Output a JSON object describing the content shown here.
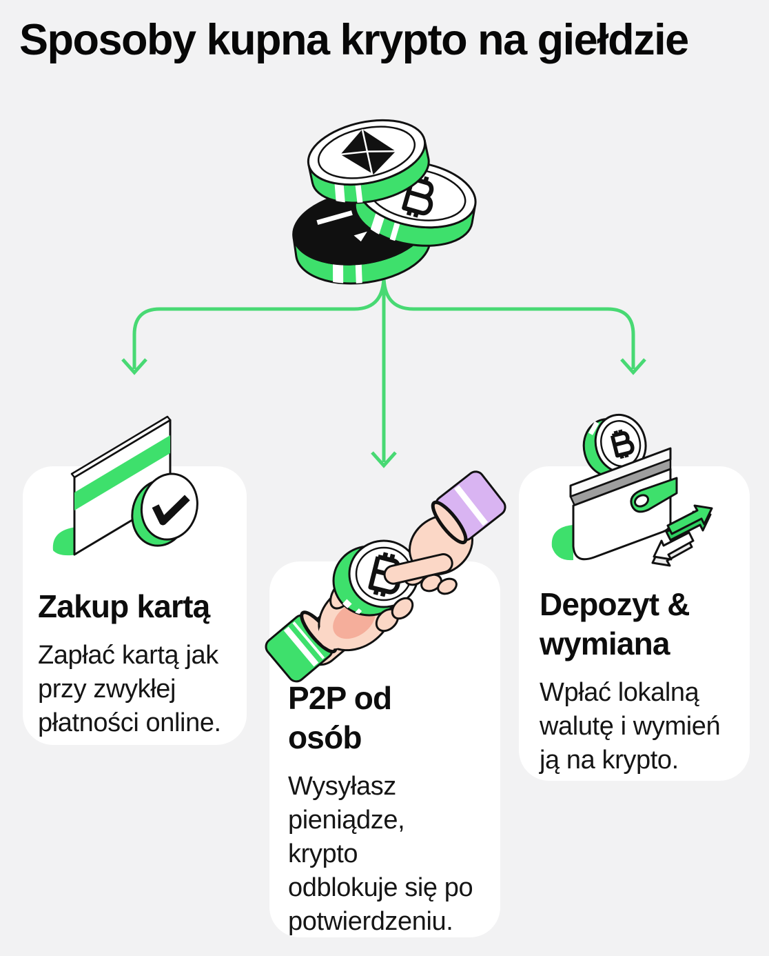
{
  "title": "Sposoby kupna krypto na giełdzie",
  "hero_illustration": {
    "name": "stack-of-crypto-coins",
    "coins": [
      "ethereum-coin",
      "bitcoin-coin",
      "black-coin"
    ]
  },
  "flow": {
    "branches": 3,
    "arrow_style": "green curved arrows pointing down to each method"
  },
  "sections": [
    {
      "id": "zakup-karta",
      "heading_lines": [
        "Zakup kartą"
      ],
      "body_lines": [
        "Zapłać kartą jak",
        "przy zwykłej",
        "płatności online."
      ],
      "illustration": "credit-card-with-checkmark"
    },
    {
      "id": "p2p-od-osob",
      "heading_lines": [
        "P2P od",
        "osób"
      ],
      "body_lines": [
        "Wysyłasz",
        "pieniądze,",
        "krypto",
        "odblokuje się po",
        "potwierdzeniu."
      ],
      "illustration": "hands-exchanging-bitcoin-coin"
    },
    {
      "id": "depozyt-wymiana",
      "heading_lines": [
        "Depozyt &",
        "wymiana"
      ],
      "body_lines": [
        "Wpłać lokalną",
        "walutę i wymień",
        "ją na krypto."
      ],
      "illustration": "wallet-with-coin-and-exchange-arrows"
    }
  ],
  "colors": {
    "background": "#F2F2F3",
    "card": "#FFFFFF",
    "text": "#0D0D0D",
    "accent_green": "#3EE06C",
    "arrow_green": "#48D973",
    "sleeve_purple": "#D9B4F2",
    "skin": "#FBD7C6",
    "skin_shade": "#F5AE9B",
    "wallet_gray": "#9E9E9E",
    "outline": "#111111"
  }
}
